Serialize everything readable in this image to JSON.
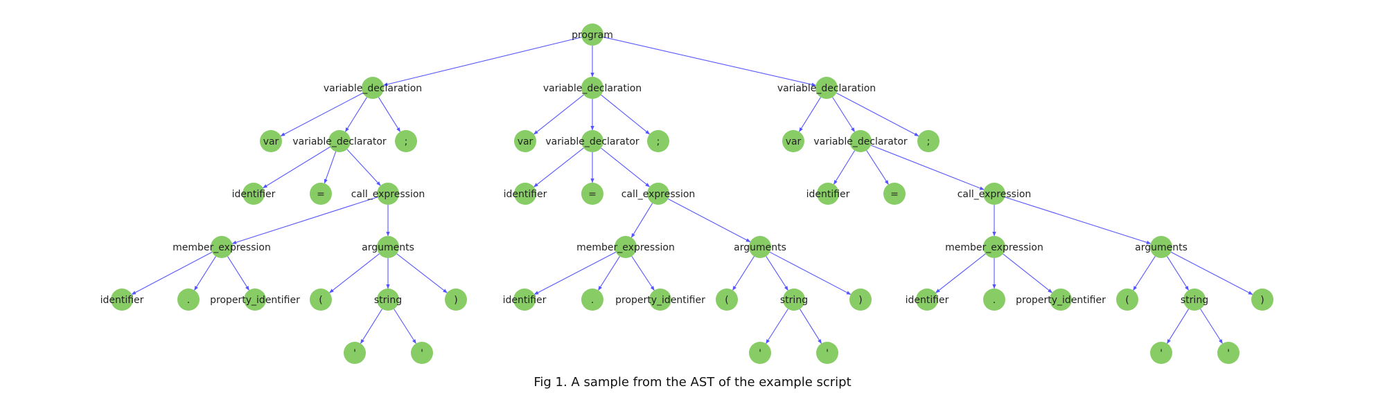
{
  "caption": "Fig 1. A sample from the AST of the example script",
  "colors": {
    "node_fill": "#88cc66",
    "edge": "#5555ff",
    "text": "#222222"
  },
  "tree": {
    "root": "program",
    "nodes": [
      {
        "id": "n0",
        "label": "program"
      },
      {
        "id": "n1",
        "label": "variable_declaration",
        "parent": "n0"
      },
      {
        "id": "n2",
        "label": "variable_declaration",
        "parent": "n0"
      },
      {
        "id": "n3",
        "label": "variable_declaration",
        "parent": "n0"
      },
      {
        "id": "n4",
        "label": "var",
        "parent": "n1"
      },
      {
        "id": "n5",
        "label": "variable_declarator",
        "parent": "n1"
      },
      {
        "id": "n6",
        "label": ";",
        "parent": "n1"
      },
      {
        "id": "n7",
        "label": "identifier",
        "parent": "n5"
      },
      {
        "id": "n8",
        "label": "=",
        "parent": "n5"
      },
      {
        "id": "n9",
        "label": "call_expression",
        "parent": "n5"
      },
      {
        "id": "n10",
        "label": "member_expression",
        "parent": "n9"
      },
      {
        "id": "n11",
        "label": "arguments",
        "parent": "n9"
      },
      {
        "id": "n12",
        "label": "identifier",
        "parent": "n10"
      },
      {
        "id": "n13",
        "label": ".",
        "parent": "n10"
      },
      {
        "id": "n14",
        "label": "property_identifier",
        "parent": "n10"
      },
      {
        "id": "n15",
        "label": "(",
        "parent": "n11"
      },
      {
        "id": "n16",
        "label": "string",
        "parent": "n11"
      },
      {
        "id": "n17",
        "label": ")",
        "parent": "n11"
      },
      {
        "id": "n18",
        "label": "'",
        "parent": "n16"
      },
      {
        "id": "n19",
        "label": "'",
        "parent": "n16"
      },
      {
        "id": "n20",
        "label": "var",
        "parent": "n2"
      },
      {
        "id": "n21",
        "label": "variable_declarator",
        "parent": "n2"
      },
      {
        "id": "n22",
        "label": ";",
        "parent": "n2"
      },
      {
        "id": "n23",
        "label": "identifier",
        "parent": "n21"
      },
      {
        "id": "n24",
        "label": "=",
        "parent": "n21"
      },
      {
        "id": "n25",
        "label": "call_expression",
        "parent": "n21"
      },
      {
        "id": "n26",
        "label": "member_expression",
        "parent": "n25"
      },
      {
        "id": "n27",
        "label": "arguments",
        "parent": "n25"
      },
      {
        "id": "n28",
        "label": "identifier",
        "parent": "n26"
      },
      {
        "id": "n29",
        "label": ".",
        "parent": "n26"
      },
      {
        "id": "n30",
        "label": "property_identifier",
        "parent": "n26"
      },
      {
        "id": "n31",
        "label": "(",
        "parent": "n27"
      },
      {
        "id": "n32",
        "label": "string",
        "parent": "n27"
      },
      {
        "id": "n33",
        "label": ")",
        "parent": "n27"
      },
      {
        "id": "n34",
        "label": "'",
        "parent": "n32"
      },
      {
        "id": "n35",
        "label": "'",
        "parent": "n32"
      },
      {
        "id": "n36",
        "label": "var",
        "parent": "n3"
      },
      {
        "id": "n37",
        "label": "variable_declarator",
        "parent": "n3"
      },
      {
        "id": "n38",
        "label": ";",
        "parent": "n3"
      },
      {
        "id": "n39",
        "label": "identifier",
        "parent": "n37"
      },
      {
        "id": "n40",
        "label": "=",
        "parent": "n37"
      },
      {
        "id": "n41",
        "label": "call_expression",
        "parent": "n37"
      },
      {
        "id": "n42",
        "label": "member_expression",
        "parent": "n41"
      },
      {
        "id": "n43",
        "label": "arguments",
        "parent": "n41"
      },
      {
        "id": "n44",
        "label": "identifier",
        "parent": "n42"
      },
      {
        "id": "n45",
        "label": ".",
        "parent": "n42"
      },
      {
        "id": "n46",
        "label": "property_identifier",
        "parent": "n42"
      },
      {
        "id": "n47",
        "label": "(",
        "parent": "n43"
      },
      {
        "id": "n48",
        "label": "string",
        "parent": "n43"
      },
      {
        "id": "n49",
        "label": ")",
        "parent": "n43"
      },
      {
        "id": "n50",
        "label": "'",
        "parent": "n48"
      },
      {
        "id": "n51",
        "label": "'",
        "parent": "n48"
      }
    ]
  }
}
